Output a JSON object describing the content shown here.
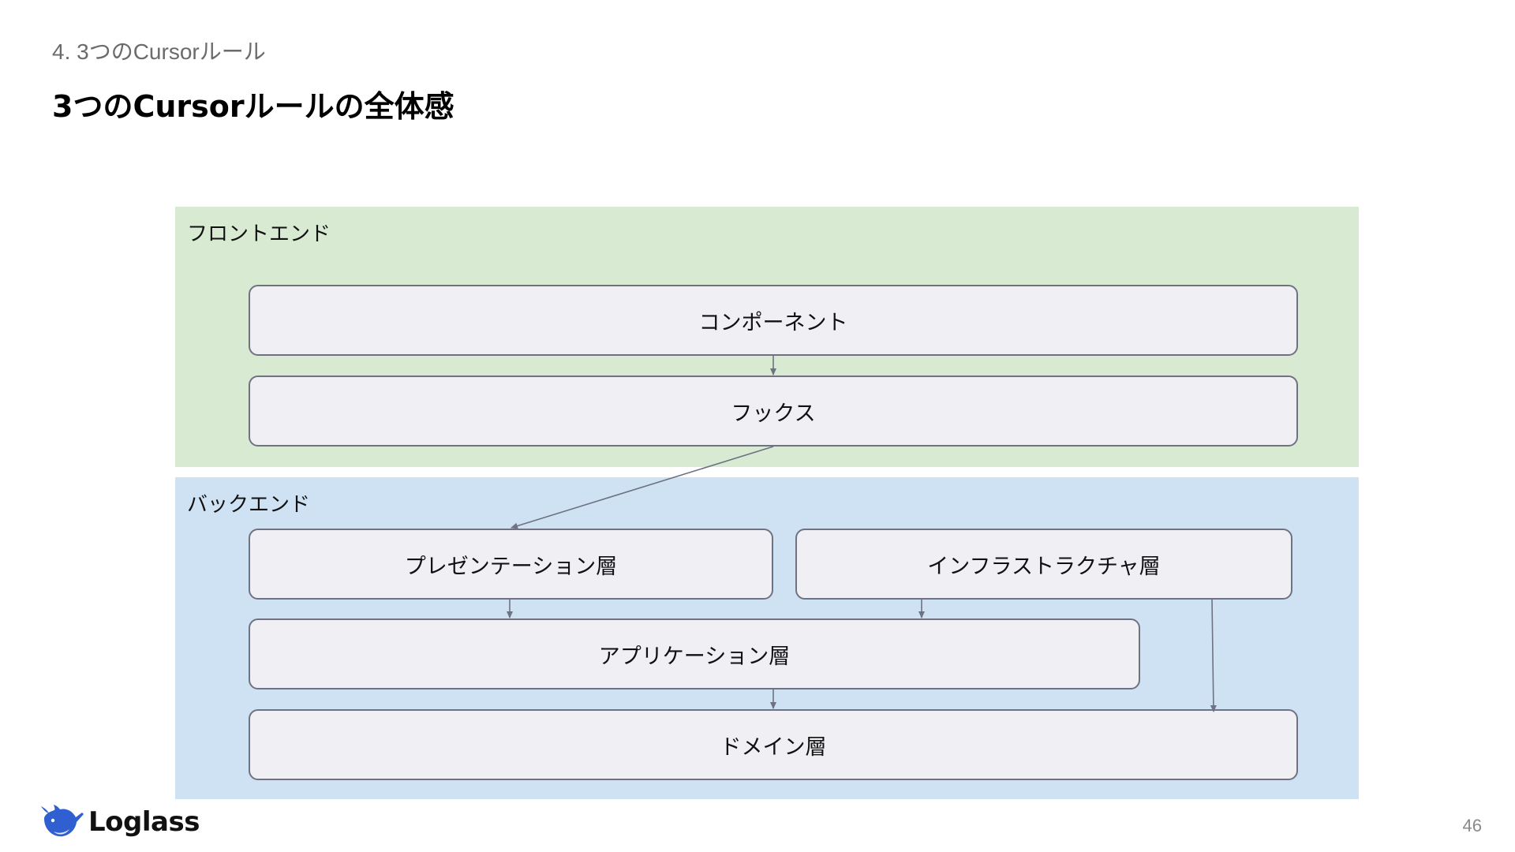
{
  "header": {
    "section_label": "4. 3つのCursorルール",
    "title": "3つのCursorルールの全体感"
  },
  "diagram": {
    "groups": [
      {
        "id": "frontend",
        "label": "フロントエンド",
        "color": "#d9ead3",
        "nodes": [
          {
            "id": "component",
            "label": "コンポーネント"
          },
          {
            "id": "hooks",
            "label": "フックス"
          }
        ]
      },
      {
        "id": "backend",
        "label": "バックエンド",
        "color": "#cfe2f3",
        "nodes": [
          {
            "id": "presentation",
            "label": "プレゼンテーション層"
          },
          {
            "id": "infrastructure",
            "label": "インフラストラクチャ層"
          },
          {
            "id": "application",
            "label": "アプリケーション層"
          },
          {
            "id": "domain",
            "label": "ドメイン層"
          }
        ]
      }
    ],
    "edges": [
      {
        "from": "component",
        "to": "hooks"
      },
      {
        "from": "hooks",
        "to": "presentation"
      },
      {
        "from": "presentation",
        "to": "application"
      },
      {
        "from": "infrastructure",
        "to": "application"
      },
      {
        "from": "application",
        "to": "domain"
      },
      {
        "from": "infrastructure",
        "to": "domain"
      }
    ],
    "node_fill": "#f0eff4",
    "node_border": "#6e7282",
    "edge_color": "#6e7282"
  },
  "footer": {
    "logo_text": "Loglass",
    "logo_icon": "whale-icon",
    "logo_color": "#2f5fd0",
    "page_number": "46"
  }
}
